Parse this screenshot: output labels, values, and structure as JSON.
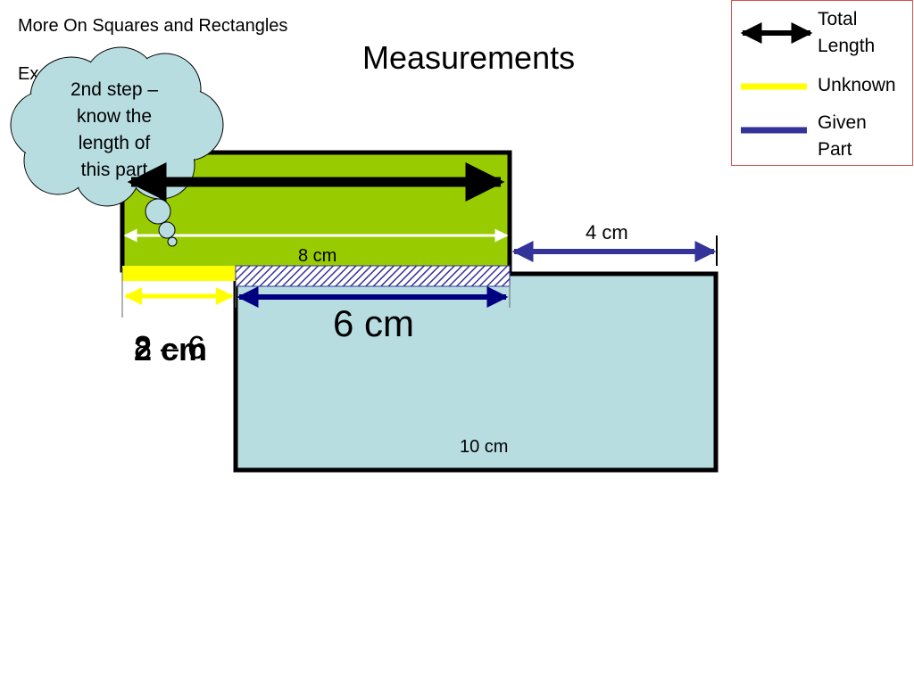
{
  "header": {
    "subtitle": "More On Squares and Rectangles",
    "ex_label": "Ex",
    "title": "Measurements"
  },
  "legend": {
    "items": [
      {
        "label": "Total\nLength",
        "color": "#000000",
        "icon": "double-arrow-icon"
      },
      {
        "label": "Unknown",
        "color": "#ffff00",
        "icon": "yellow-line-icon"
      },
      {
        "label": "Given\nPart",
        "color": "#333399",
        "icon": "blue-line-icon"
      }
    ]
  },
  "thought_bubble": {
    "text": "2nd step –\nknow the\nlength of\nthis part"
  },
  "diagram": {
    "top_rect_width_label": "8 cm",
    "step_label": "4 cm",
    "bottom_rect_width_label": "10 cm",
    "given_part_label": "6 cm",
    "unknown_label_overlap_a": "8 – 6",
    "unknown_label_overlap_b": "2 cm",
    "colors": {
      "top_rect": "#99cc00",
      "bottom_rect": "#b8dde1",
      "given": "#333399",
      "dark_given": "#000080",
      "unknown": "#ffff00",
      "cloud": "#b8dde1"
    }
  }
}
